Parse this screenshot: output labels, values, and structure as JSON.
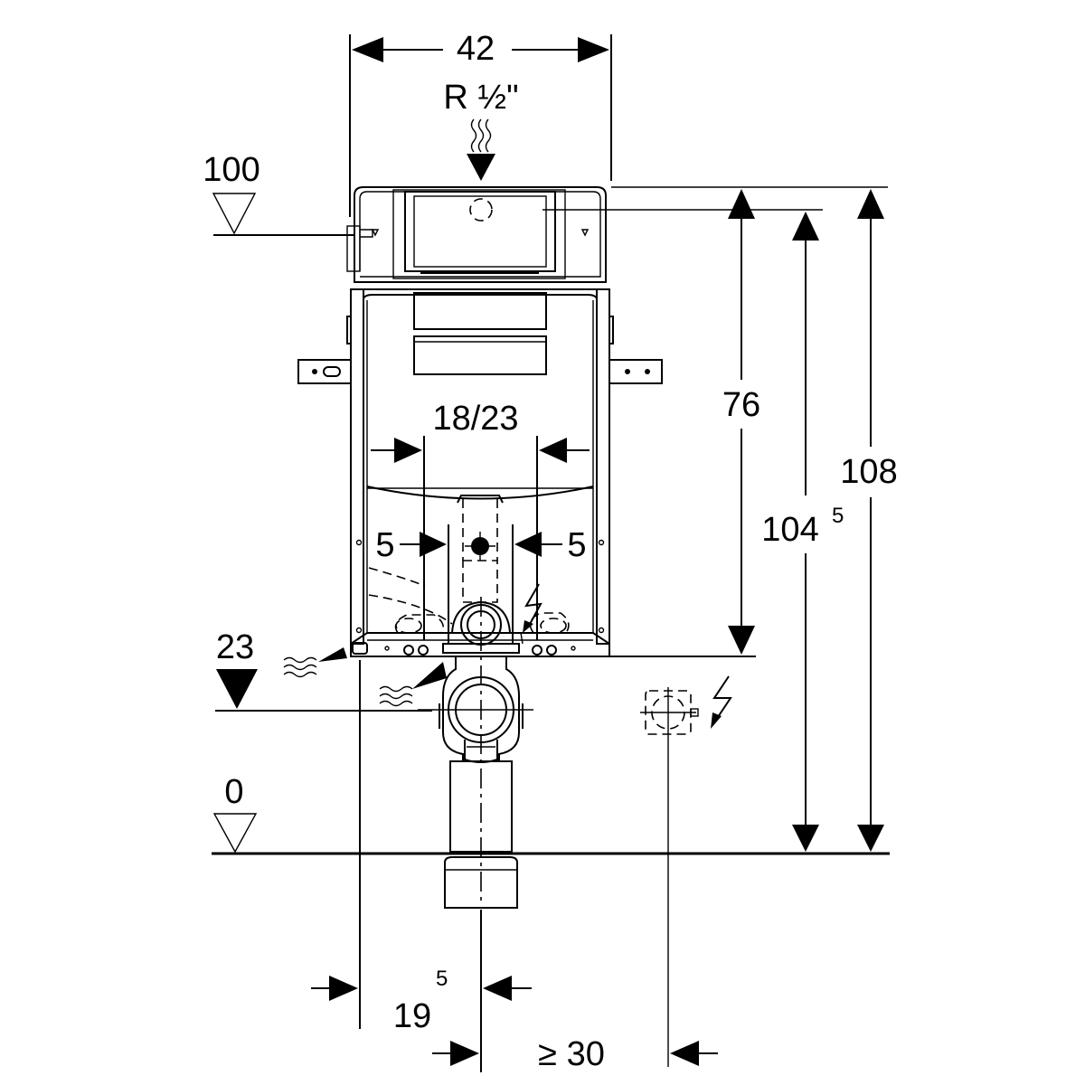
{
  "diagram": {
    "labels": {
      "width_total": "42",
      "water_inlet": "R ½\"",
      "level_top": "100",
      "height_76": "76",
      "height_104_base": "104",
      "height_104_sup": "5",
      "height_108": "108",
      "flush_spacing": "18/23",
      "offset_left": "5",
      "offset_right": "5",
      "level_23": "23",
      "level_0": "0",
      "offset_19_base": "19",
      "offset_19_sup": "5",
      "min_30": "≥ 30"
    },
    "icons": {
      "water_waves": "wavy-water-icon",
      "electric_bolt": "lightning-bolt-icon",
      "level_triangle_open": "level-marker-open-icon",
      "level_triangle_filled": "level-marker-filled-icon"
    }
  }
}
